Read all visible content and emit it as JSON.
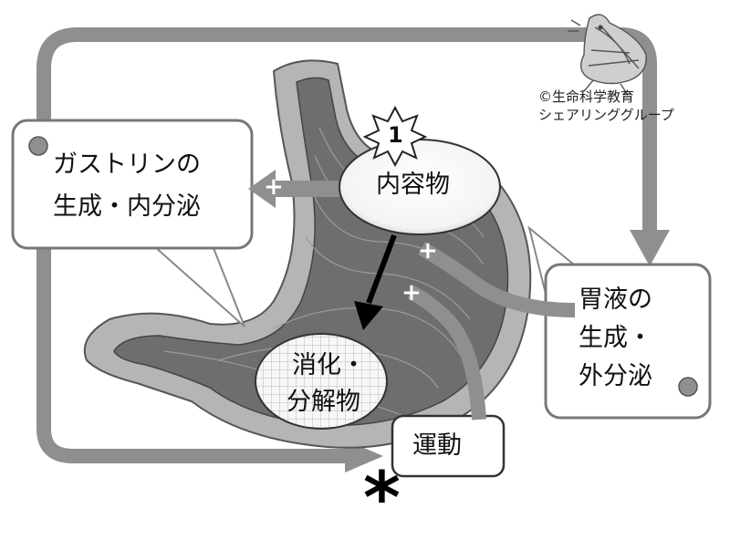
{
  "credit": {
    "line1": "©生命科学教育",
    "line2": "シェアリンググループ"
  },
  "boxes": {
    "gastrin": {
      "line1": "ガストリンの",
      "line2": "生成・内分泌"
    },
    "gastric_juice": {
      "line1": "胃液の",
      "line2": "生成・",
      "line3": "外分泌"
    },
    "motility": "運動"
  },
  "ovals": {
    "contents": "内容物",
    "digested": {
      "line1": "消化・",
      "line2": "分解物"
    }
  },
  "markers": {
    "step_number": "1",
    "plus": "+",
    "asterisk": "*"
  },
  "colors": {
    "arrow": "#8f8f8f",
    "stomach_outer": "#b5b5b5",
    "stomach_inner": "#6e6e6e",
    "box_border": "#777777"
  }
}
